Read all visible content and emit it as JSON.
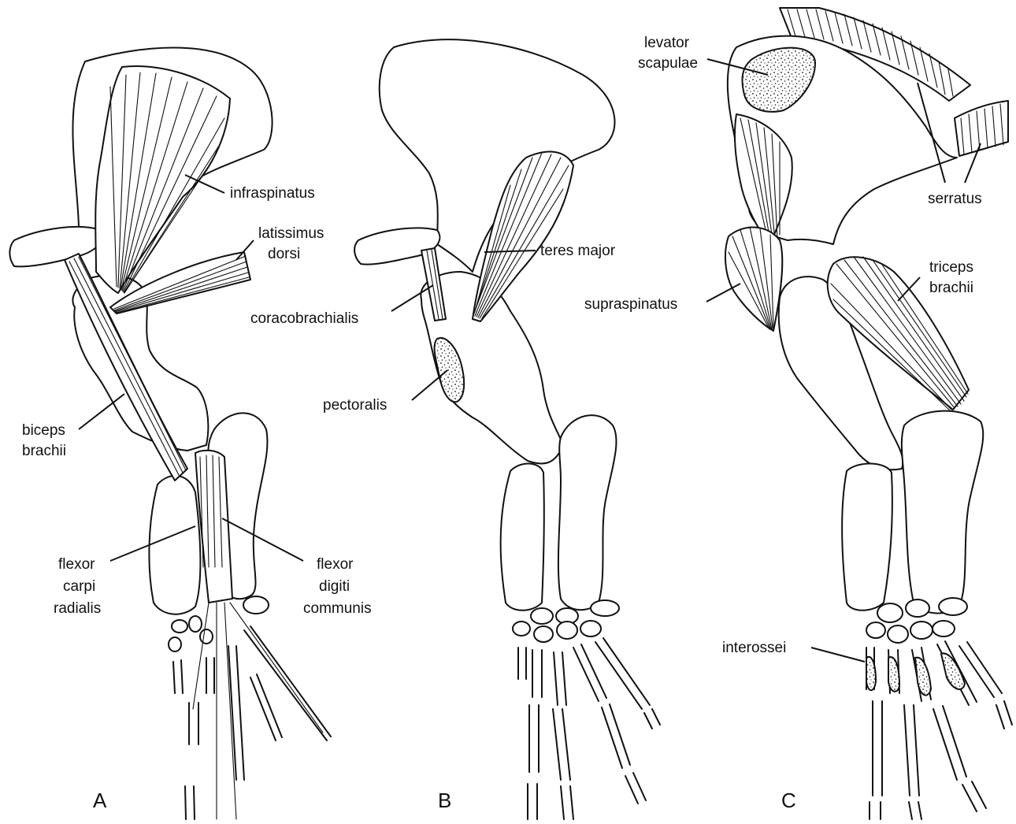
{
  "panels": [
    {
      "id": "A",
      "letter": "A",
      "labels": [
        {
          "key": "infraspinatus",
          "lines": [
            "infraspinatus"
          ]
        },
        {
          "key": "latissimus",
          "lines": [
            "latissimus",
            "dorsi"
          ]
        },
        {
          "key": "biceps",
          "lines": [
            "biceps",
            "brachii"
          ]
        },
        {
          "key": "fcr",
          "lines": [
            "flexor",
            "carpi",
            "radialis"
          ]
        },
        {
          "key": "fdc",
          "lines": [
            "flexor",
            "digiti",
            "communis"
          ]
        }
      ]
    },
    {
      "id": "B",
      "letter": "B",
      "labels": [
        {
          "key": "teres",
          "lines": [
            "teres major"
          ]
        },
        {
          "key": "coraco",
          "lines": [
            "coracobrachialis"
          ]
        },
        {
          "key": "pectoralis",
          "lines": [
            "pectoralis"
          ]
        }
      ]
    },
    {
      "id": "C",
      "letter": "C",
      "labels": [
        {
          "key": "levator",
          "lines": [
            "levator",
            "scapulae"
          ]
        },
        {
          "key": "serratus",
          "lines": [
            "serratus"
          ]
        },
        {
          "key": "triceps",
          "lines": [
            "triceps",
            "brachii"
          ]
        },
        {
          "key": "supraspinatus",
          "lines": [
            "supraspinatus"
          ]
        },
        {
          "key": "interossei",
          "lines": [
            "interossei"
          ]
        }
      ]
    }
  ]
}
